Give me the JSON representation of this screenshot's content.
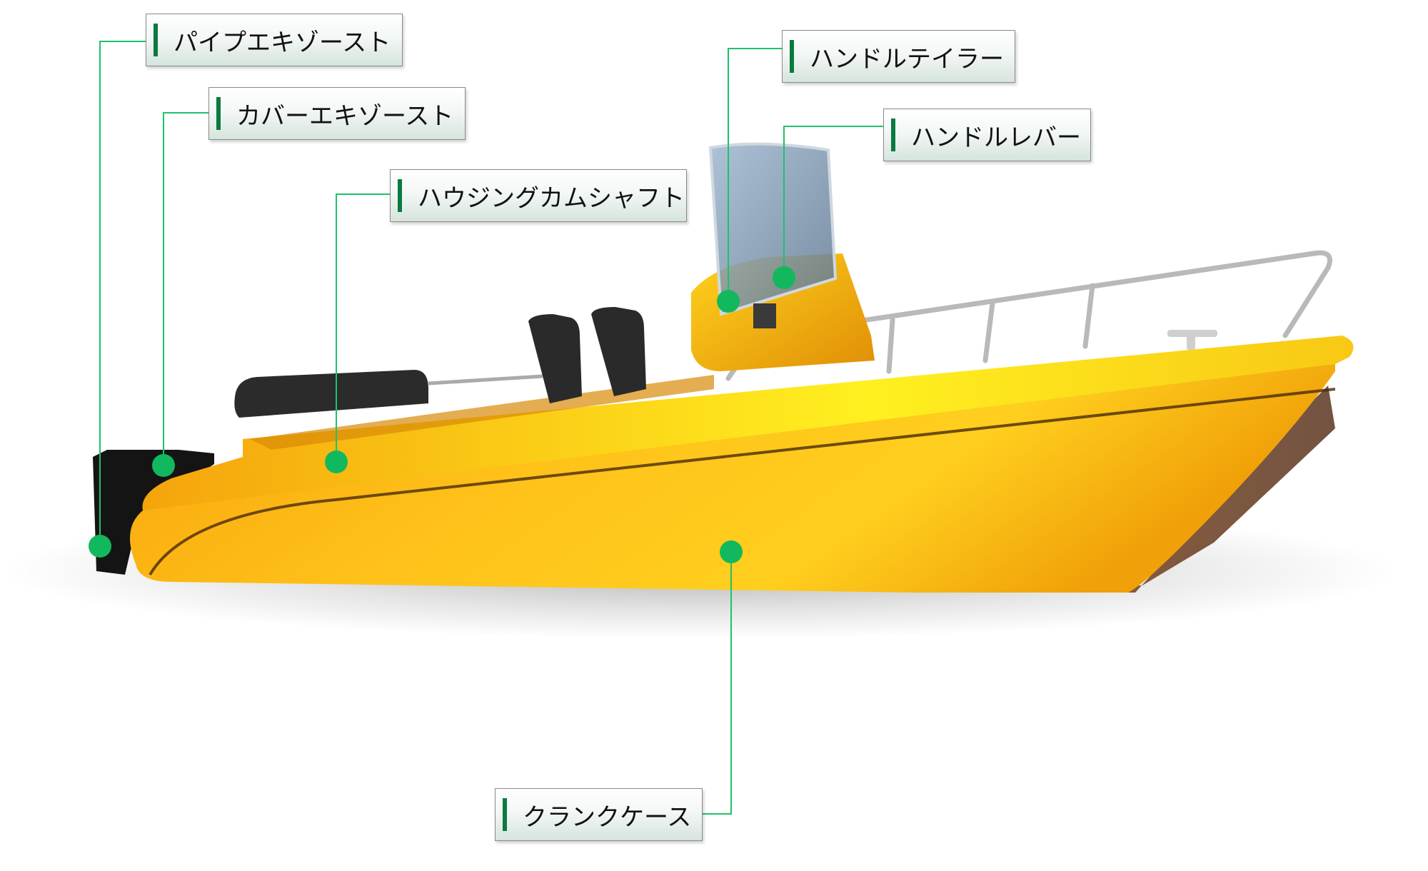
{
  "colors": {
    "leader_line": "#1fc16b",
    "marker": "#12b85e",
    "label_accent": "#0a7a40",
    "hull": "#f7a80c",
    "hull_highlight": "#ffe42a"
  },
  "labels": [
    {
      "id": "pipe-exhaust",
      "text": "パイプエキゾースト"
    },
    {
      "id": "cover-exhaust",
      "text": "カバーエキゾースト"
    },
    {
      "id": "housing-camshaft",
      "text": "ハウジングカムシャフト"
    },
    {
      "id": "handle-tailor",
      "text": "ハンドルテイラー"
    },
    {
      "id": "handle-lever",
      "text": "ハンドルレバー"
    },
    {
      "id": "crankcase",
      "text": "クランクケース"
    }
  ]
}
